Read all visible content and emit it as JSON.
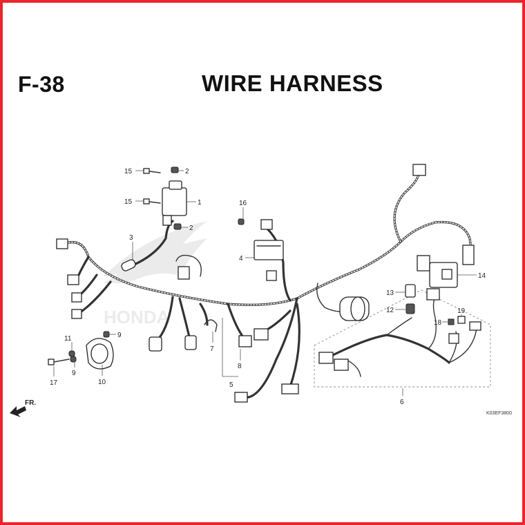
{
  "header": {
    "code": "F-38",
    "title": "WIRE HARNESS"
  },
  "callouts": {
    "c1": "1",
    "c2a": "2",
    "c2b": "2",
    "c3": "3",
    "c4": "4",
    "c5": "5",
    "c6": "6",
    "c7": "7",
    "c8": "8",
    "c9a": "9",
    "c9b": "9",
    "c10": "10",
    "c11": "11",
    "c12": "12",
    "c13": "13",
    "c14": "14",
    "c15a": "15",
    "c15b": "15",
    "c16": "16",
    "c17": "17",
    "c18": "18",
    "c19": "19"
  },
  "direction_label": "FR.",
  "reference_code": "K03EF3800",
  "watermark_text": "HONDA",
  "colors": {
    "border": "#e8262c",
    "ink": "#222222"
  }
}
